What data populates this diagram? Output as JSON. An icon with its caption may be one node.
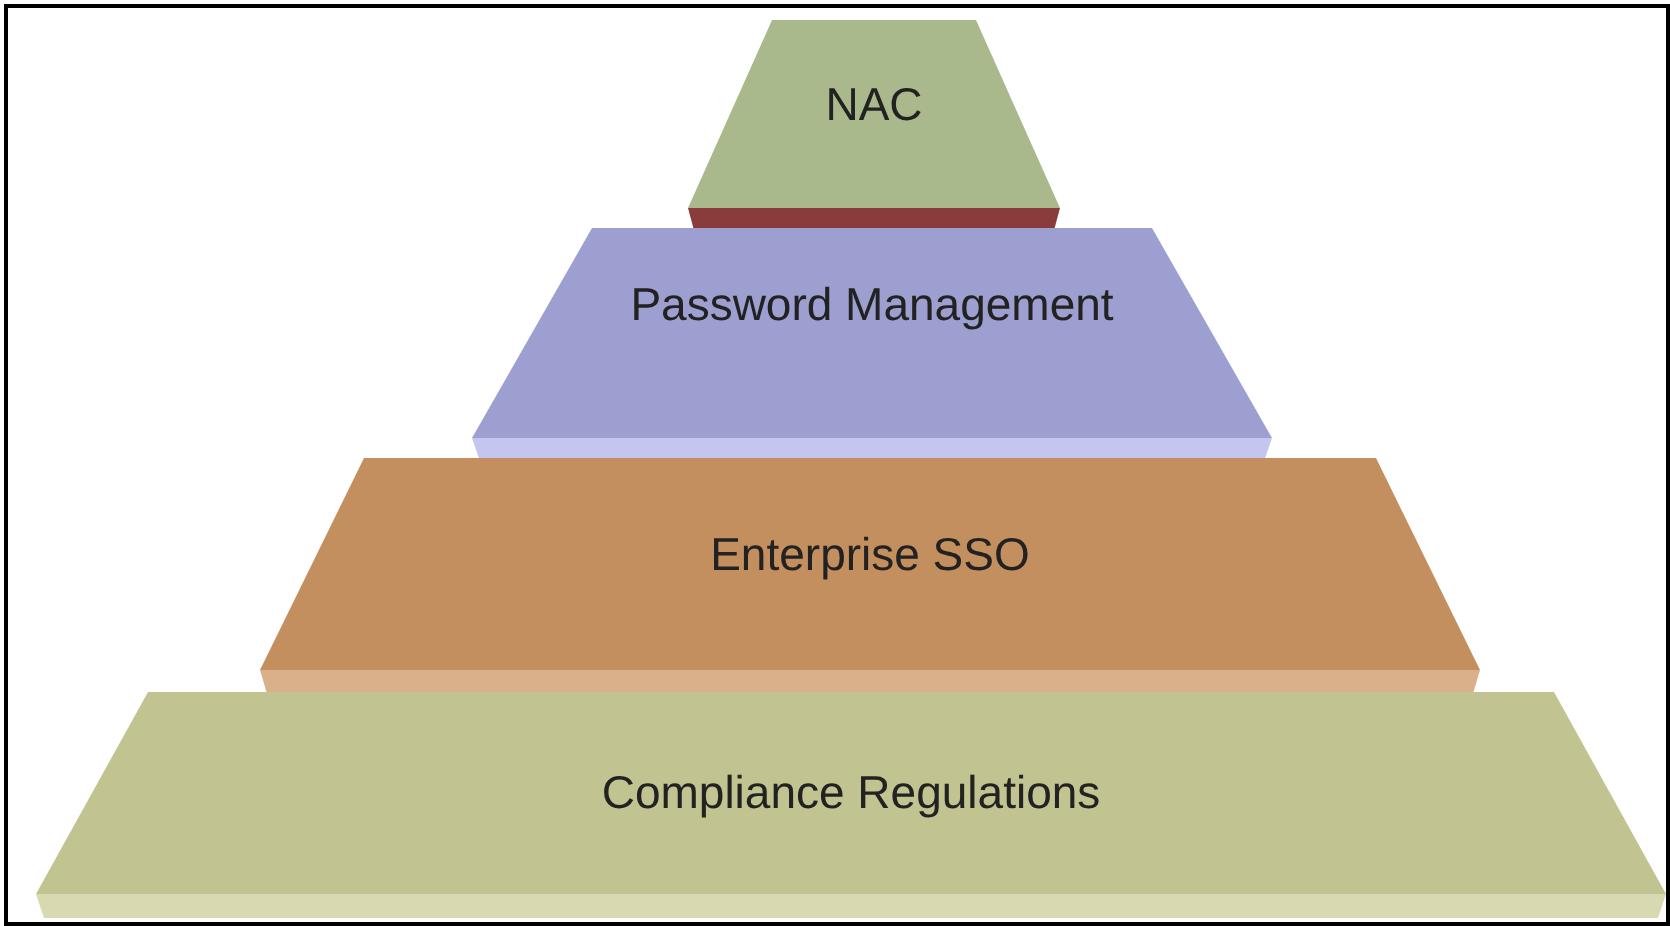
{
  "diagram": {
    "nodes": [
      {
        "text": [
          "NAC"
        ]
      },
      {
        "text": [
          "Password Management"
        ]
      },
      {
        "text": [
          "Enterprise SSO"
        ]
      },
      {
        "text": [
          "Compliance Regulations"
        ]
      }
    ]
  }
}
